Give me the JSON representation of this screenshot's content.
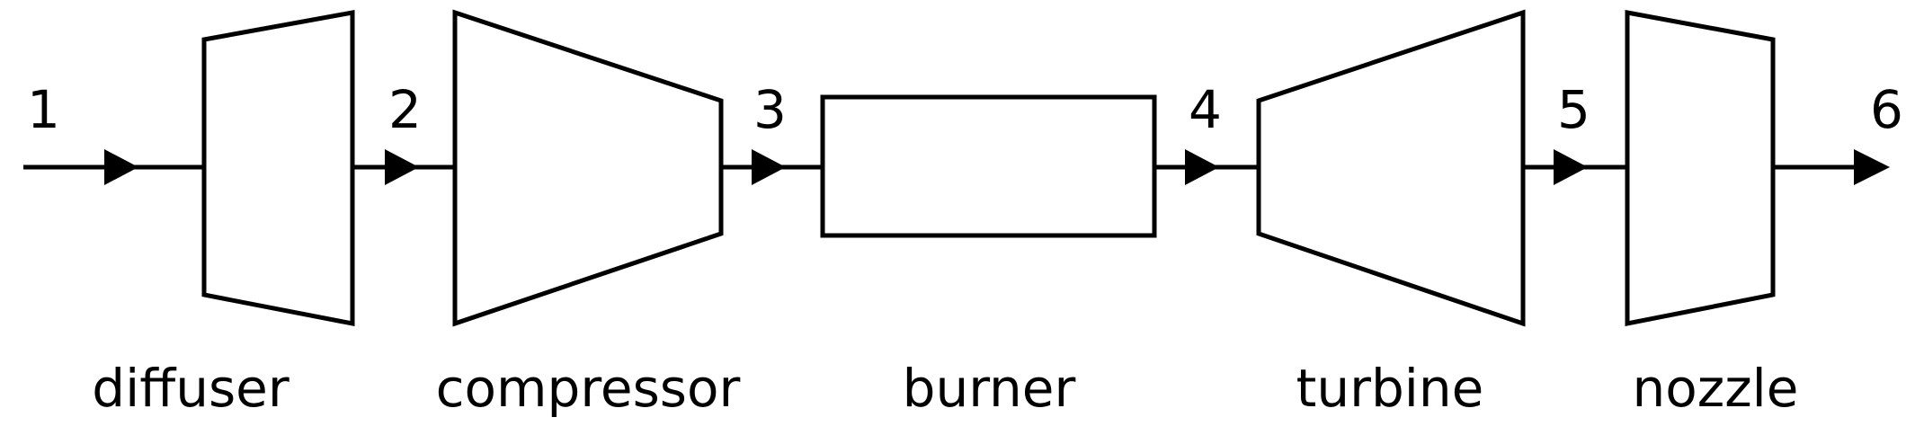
{
  "stations": [
    "1",
    "2",
    "3",
    "4",
    "5",
    "6"
  ],
  "components": {
    "diffuser": "diffuser",
    "compressor": "compressor",
    "burner": "burner",
    "turbine": "turbine",
    "nozzle": "nozzle"
  }
}
